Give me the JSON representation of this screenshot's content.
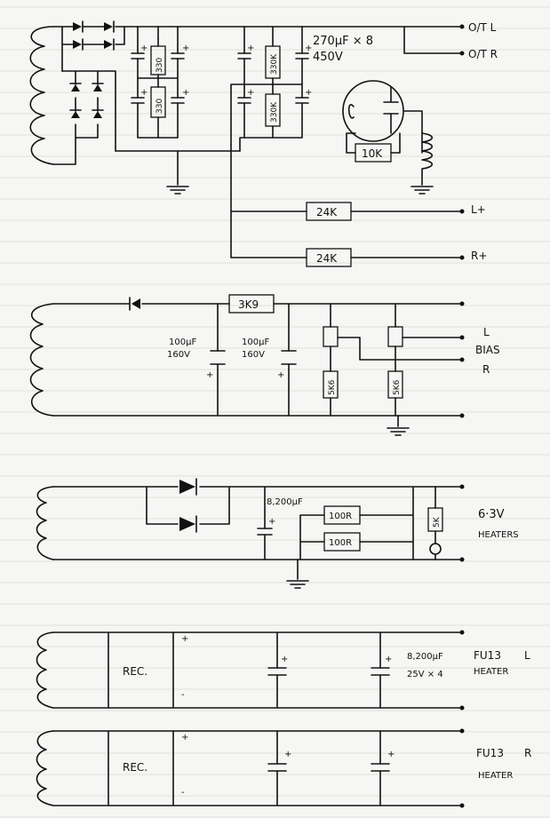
{
  "supply": {
    "cap_note_1": "270µF × 8",
    "cap_note_2": "450V",
    "r_330_a": "330",
    "r_330_b": "330",
    "r_330k_a": "330K",
    "r_330k_b": "330K",
    "r_10k": "10K",
    "out_l": "O/T L",
    "out_r": "O/T R",
    "r_24k_a": "24K",
    "r_24k_b": "24K",
    "l_plus": "L+",
    "r_plus": "R+"
  },
  "bias": {
    "r_3k9": "3K9",
    "c1_value": "100µF",
    "c1_voltage": "160V",
    "c2_value": "100µF",
    "c2_voltage": "160V",
    "r_5k6_a": "5K6",
    "r_5k6_b": "5K6",
    "label_l": "L",
    "label_bias": "BIAS",
    "label_r": "R"
  },
  "heaters": {
    "cap_value": "8,200µF",
    "r_100_a": "100R",
    "r_100_b": "100R",
    "pot_label": "5K",
    "voltage": "6·3V",
    "label": "HEATERS"
  },
  "fu13_l": {
    "rec": "REC.",
    "cap_value": "8,200µF",
    "cap_rating": "25V × 4",
    "tube": "FU13",
    "side": "L",
    "label": "HEATER"
  },
  "fu13_r": {
    "rec": "REC.",
    "tube": "FU13",
    "side": "R",
    "label": "HEATER"
  }
}
